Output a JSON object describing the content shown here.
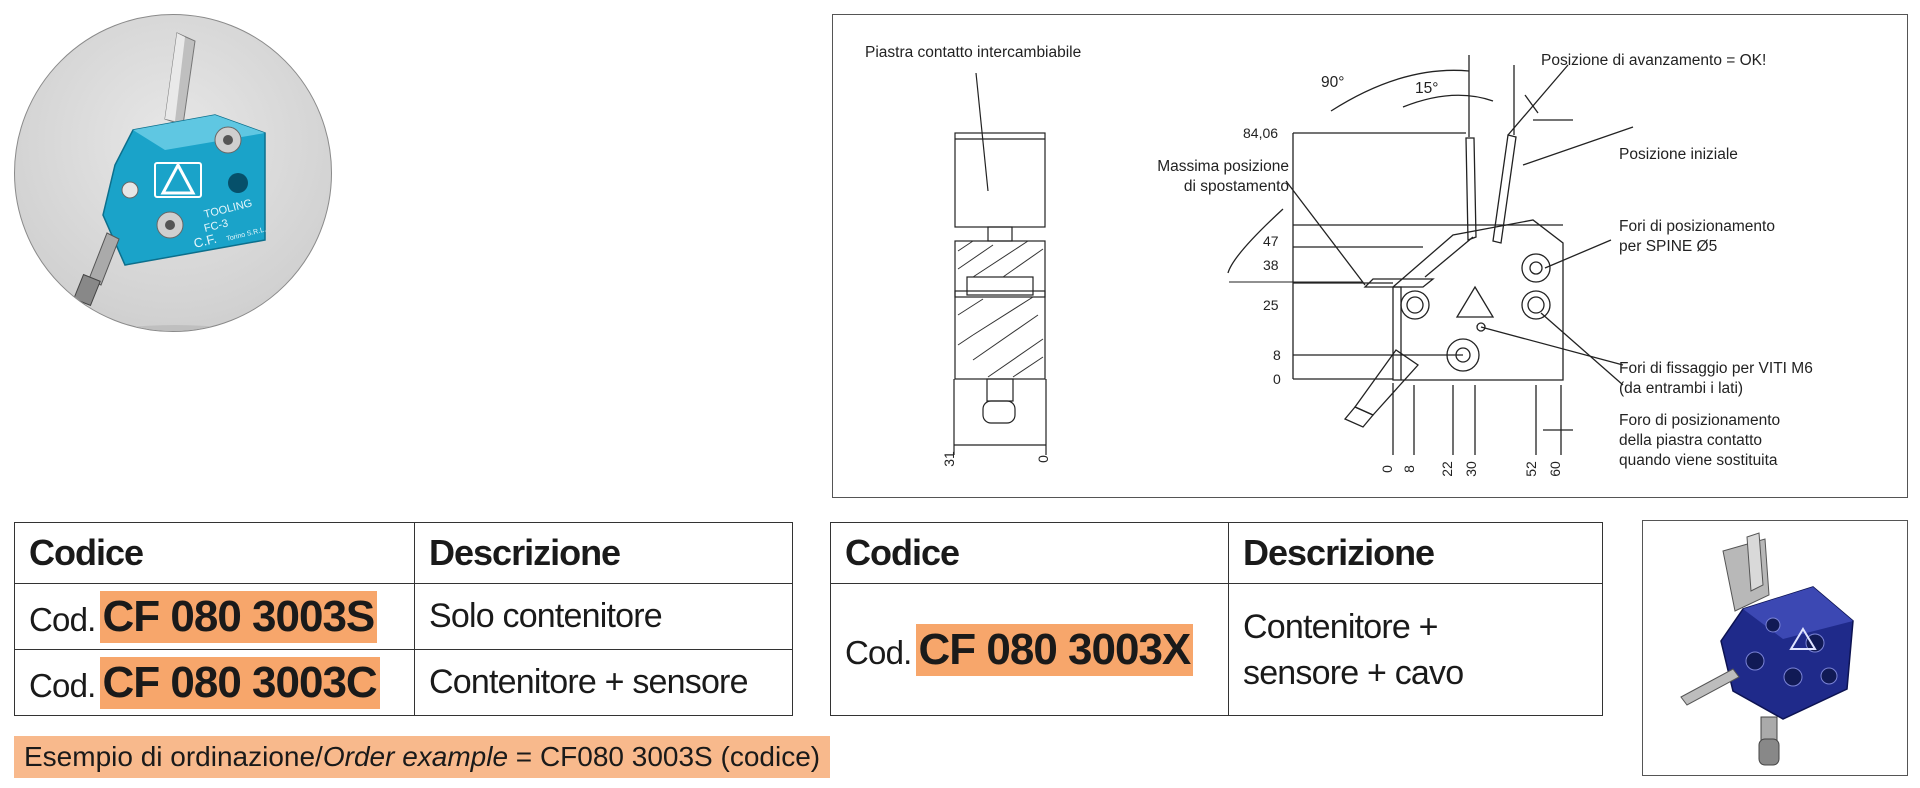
{
  "photo": {
    "brand_line": "TOOLING",
    "model": "FC-3",
    "company": "C.F.",
    "city": "Torino S.R.L."
  },
  "drawing": {
    "label_plate": "Piastra contatto intercambiabile",
    "label_max_pos_1": "Massima posizione",
    "label_max_pos_2": "di spostamento",
    "label_advance": "Posizione di avanzamento = OK!",
    "label_initial": "Posizione iniziale",
    "label_pins_1": "Fori di posizionamento",
    "label_pins_2": "per SPINE Ø5",
    "label_screws_1": "Fori di fissaggio per VITI M6",
    "label_screws_2": "(da entrambi i lati)",
    "label_hole_1": "Foro di posizionamento",
    "label_hole_2": "della piastra contatto",
    "label_hole_3": "quando viene sostituita",
    "angle_90": "90°",
    "angle_15": "15°",
    "v_dims": [
      "84,06",
      "47",
      "38",
      "25",
      "8",
      "0"
    ],
    "h_dims": [
      "0",
      "8",
      "22",
      "30",
      "52",
      "60"
    ],
    "side_dims": [
      "31",
      "0"
    ]
  },
  "table1": {
    "header_code": "Codice",
    "header_desc": "Descrizione",
    "rows": [
      {
        "prefix": "Cod.",
        "code": "CF 080 3003S",
        "desc": "Solo contenitore"
      },
      {
        "prefix": "Cod.",
        "code": "CF 080 3003C",
        "desc": "Contenitore + sensore"
      }
    ]
  },
  "table2": {
    "header_code": "Codice",
    "header_desc": "Descrizione",
    "row": {
      "prefix": "Cod.",
      "code": "CF 080 3003X",
      "desc_1": "Contenitore +",
      "desc_2": "sensore + cavo"
    }
  },
  "example": {
    "prefix": "Esempio di ordinazione/",
    "italic": "Order example",
    "suffix": " = CF080 3003S (codice)"
  },
  "colors": {
    "highlight": "#f7a66b",
    "example_bg": "#f8b98c",
    "product_blue": "#1aa3c9",
    "render_blue": "#1f2a8a"
  }
}
